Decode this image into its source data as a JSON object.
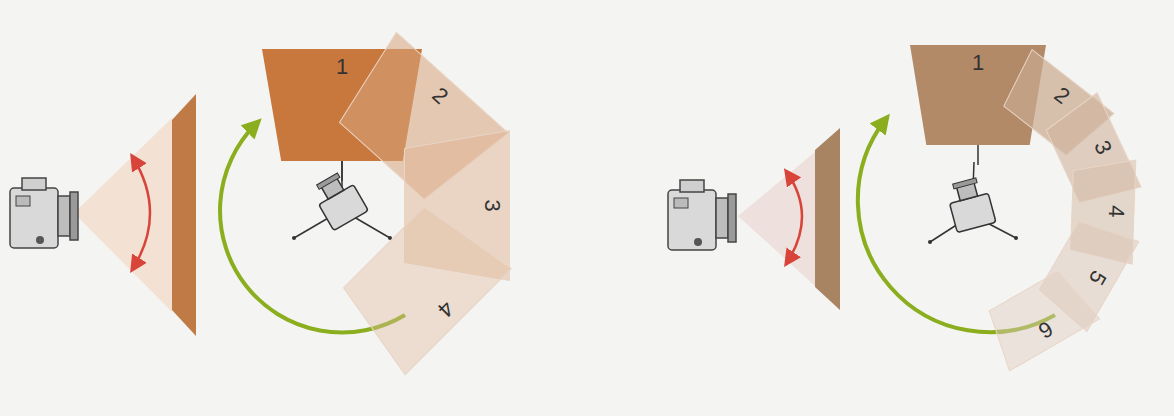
{
  "diagram": {
    "nodes": [
      {
        "text": [
          "1"
        ]
      },
      {
        "text": [
          "2"
        ]
      },
      {
        "text": [
          "3"
        ]
      },
      {
        "text": [
          "4"
        ]
      },
      {
        "text": [
          "1"
        ]
      },
      {
        "text": [
          "2"
        ]
      },
      {
        "text": [
          "3"
        ]
      },
      {
        "text": [
          "4"
        ]
      },
      {
        "text": [
          "5"
        ]
      },
      {
        "text": [
          "6"
        ]
      }
    ]
  }
}
